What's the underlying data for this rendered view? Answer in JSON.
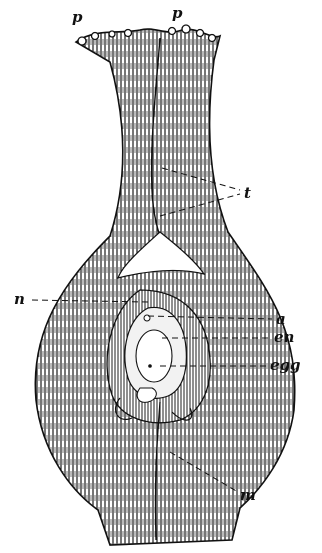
{
  "figure": {
    "labels": {
      "p_left": "p",
      "p_right": "p",
      "t": "t",
      "n": "n",
      "a": "a",
      "en": "en",
      "egg": "egg",
      "m": "m"
    },
    "colors": {
      "ink": "#111111",
      "paper": "#ffffff",
      "tissue": "#5a5a5a",
      "embryo_sac": "#f2f2f2"
    }
  }
}
